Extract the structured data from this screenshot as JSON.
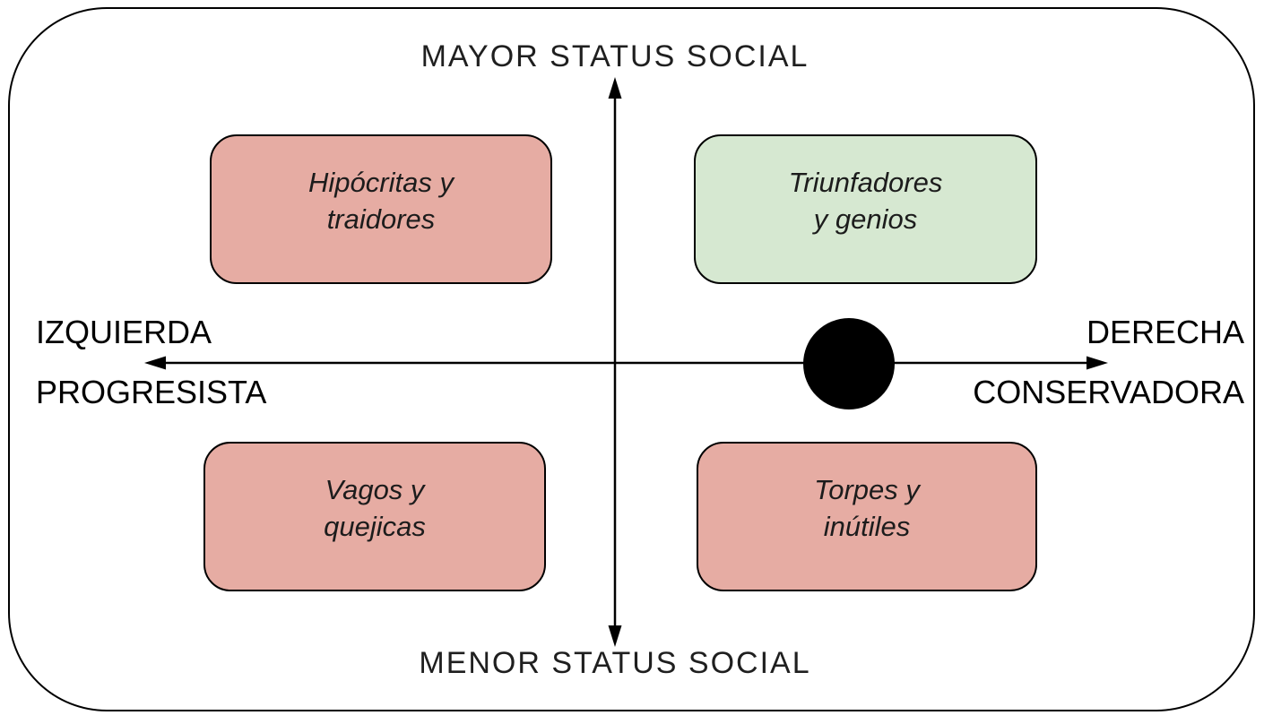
{
  "diagram": {
    "type": "2x2-political-quadrant",
    "vertical_axis": {
      "top_label": "MAYOR STATUS SOCIAL",
      "bottom_label": "MENOR STATUS SOCIAL"
    },
    "horizontal_axis": {
      "left_label_line1": "IZQUIERDA",
      "left_label_line2": "PROGRESISTA",
      "right_label_line1": "DERECHA",
      "right_label_line2": "CONSERVADORA"
    },
    "quadrants": [
      {
        "position": "top-left",
        "label": "Hipócritas y\ntraidores",
        "color": "#e6aca3"
      },
      {
        "position": "top-right",
        "label": "Triunfadores\ny genios",
        "color": "#d6e8d1"
      },
      {
        "position": "bottom-left",
        "label": "Vagos y\nquejicas",
        "color": "#e6aca3"
      },
      {
        "position": "bottom-right",
        "label": "Torpes y\ninútiles",
        "color": "#e6aca3"
      }
    ],
    "marker_dot": {
      "shape": "filled-circle",
      "color": "#000000",
      "location": "on horizontal axis, right of center"
    },
    "colors": {
      "negative_box": "#e6aca3",
      "positive_box": "#d6e8d1",
      "axis_line": "#000000",
      "background": "#ffffff"
    }
  }
}
